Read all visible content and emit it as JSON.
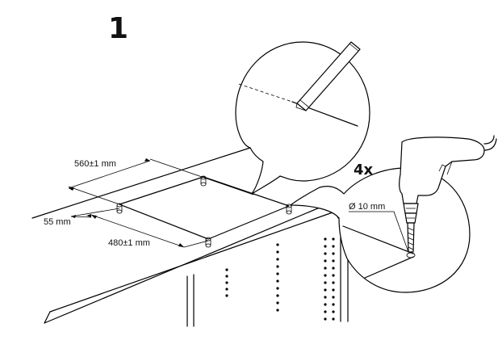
{
  "step": {
    "number": "1"
  },
  "dimensions": {
    "cutout_width": "560±1 mm",
    "front_offset": "55 mm",
    "cutout_depth": "480±1 mm",
    "drill_diameter": "Ø 10 mm"
  },
  "callout": {
    "quantity": "4x"
  },
  "icons": {
    "pencil": "pencil-icon",
    "drill": "power-drill-icon",
    "drill_bit": "drill-bit-icon"
  }
}
